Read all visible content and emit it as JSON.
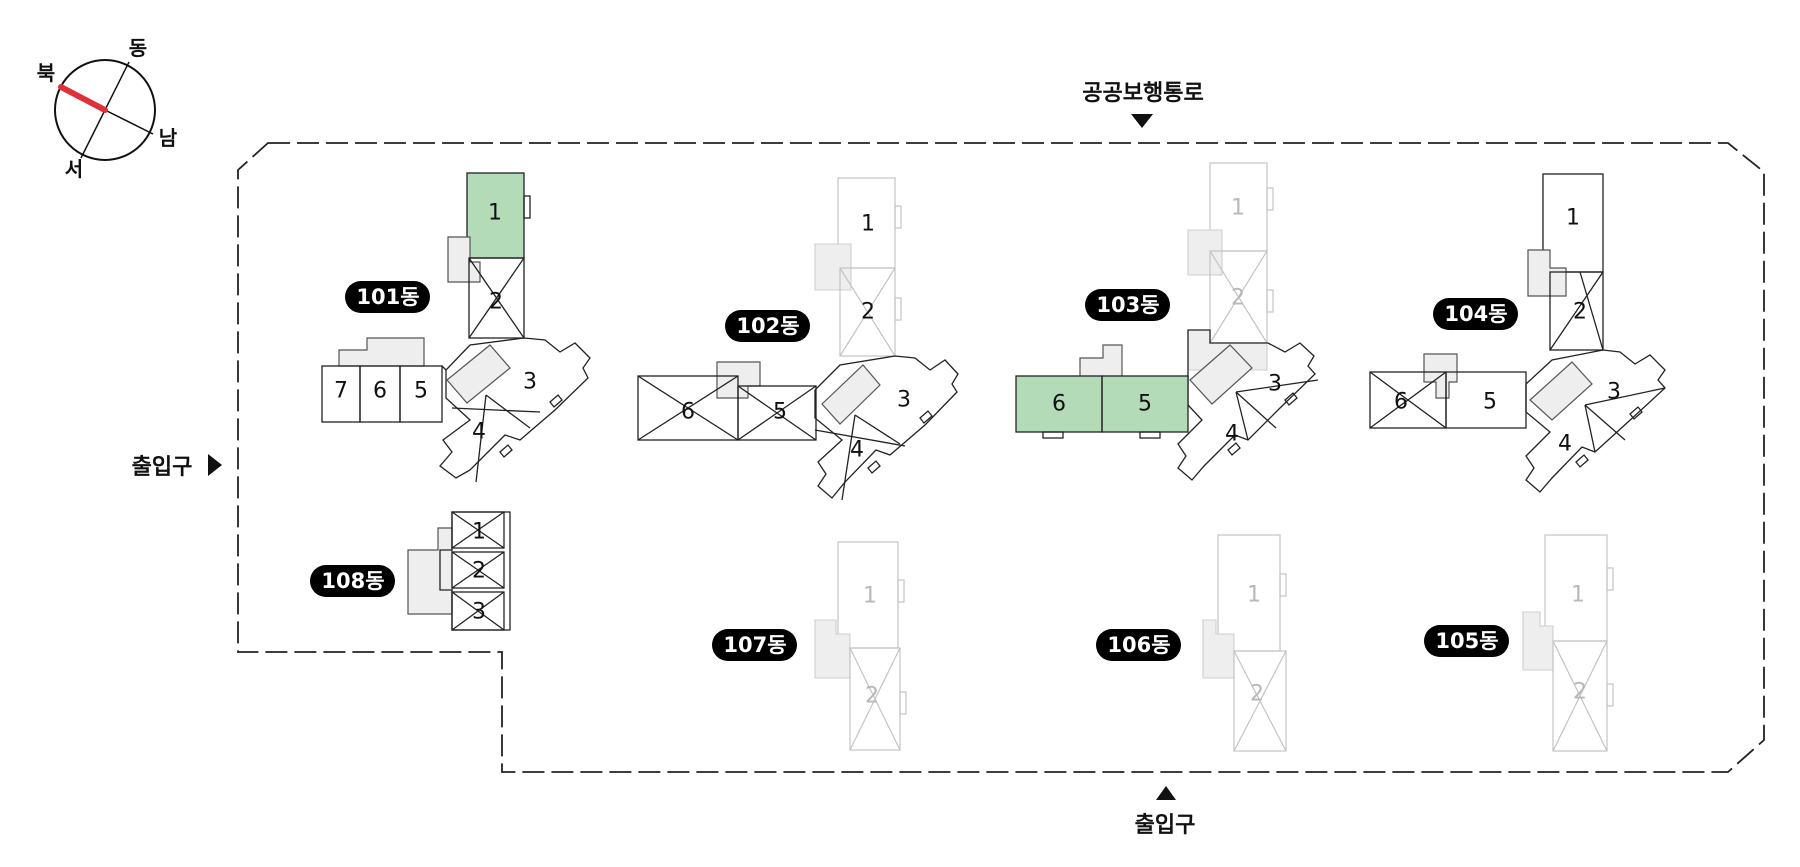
{
  "compass": {
    "north": "북",
    "east": "동",
    "south": "남",
    "west": "서"
  },
  "entrances": {
    "top_walkway": "공공보행통로",
    "left_entrance": "출입구",
    "bottom_entrance": "출입구"
  },
  "buildings": [
    {
      "id": "101",
      "label": "101동",
      "units": [
        "1",
        "2",
        "3",
        "4",
        "5",
        "6",
        "7"
      ],
      "highlighted_units": [
        "1"
      ]
    },
    {
      "id": "102",
      "label": "102동",
      "units": [
        "1",
        "2",
        "3",
        "4",
        "5",
        "6"
      ],
      "highlighted_units": []
    },
    {
      "id": "103",
      "label": "103동",
      "units": [
        "1",
        "2",
        "3",
        "4",
        "5",
        "6"
      ],
      "highlighted_units": [
        "5",
        "6"
      ]
    },
    {
      "id": "104",
      "label": "104동",
      "units": [
        "1",
        "2",
        "3",
        "4",
        "5",
        "6"
      ],
      "highlighted_units": []
    },
    {
      "id": "105",
      "label": "105동",
      "units": [
        "1",
        "2"
      ],
      "highlighted_units": []
    },
    {
      "id": "106",
      "label": "106동",
      "units": [
        "1",
        "2"
      ],
      "highlighted_units": []
    },
    {
      "id": "107",
      "label": "107동",
      "units": [
        "1",
        "2"
      ],
      "highlighted_units": []
    },
    {
      "id": "108",
      "label": "108동",
      "units": [
        "1",
        "2",
        "3"
      ],
      "highlighted_units": []
    }
  ],
  "colors": {
    "highlight": "#b4dbb8",
    "compass_north": "#e0303a",
    "badge": "#000000",
    "faded": "#c4c4c4"
  }
}
